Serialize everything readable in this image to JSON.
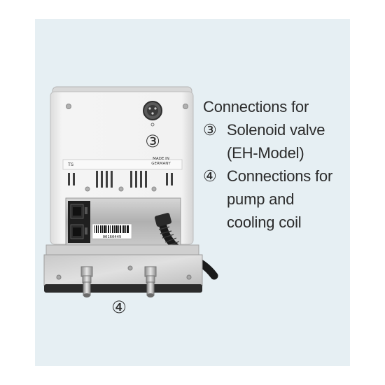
{
  "caption": {
    "heading": "Connections for",
    "items": [
      {
        "num": "③",
        "lines": [
          "Solenoid valve",
          "(EH-Model)"
        ]
      },
      {
        "num": "④",
        "lines": [
          "Connections for",
          "pump and",
          "cooling coil"
        ]
      }
    ]
  },
  "device": {
    "label_ts": "TS",
    "made_in_line1": "MADE IN",
    "made_in_line2": "GERMANY",
    "barcode_number": "00160449",
    "callout_3": "③",
    "callout_4": "④"
  },
  "colors": {
    "panel_bg": "#e6eff3",
    "housing": "#eeeeee",
    "steel": "#b8b8b8",
    "text": "#2b2b2b"
  }
}
